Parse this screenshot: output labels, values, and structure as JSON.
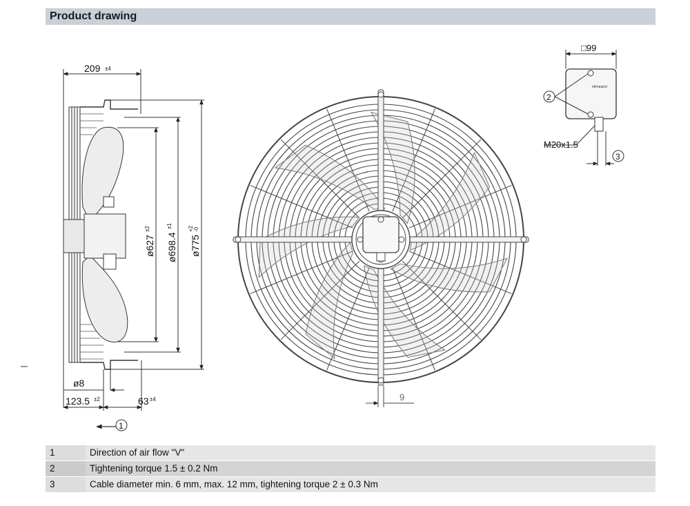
{
  "header": {
    "title": "Product drawing"
  },
  "side_view": {
    "width_label": "209",
    "width_tol": "±4",
    "dia_627": "ø627",
    "dia_627_tol": "±2",
    "dia_698": "ø698.4",
    "dia_698_tol": "±1",
    "dia_775": "ø775",
    "dia_775_tol_upper": "+2",
    "dia_775_tol_lower": "-0",
    "hole": "ø8",
    "depth_123": "123.5",
    "depth_123_tol": "±2",
    "depth_63": "63",
    "depth_63_tol": "±4",
    "callout_1": "1"
  },
  "front_view": {
    "slot_dim": "9"
  },
  "terminal_box": {
    "size": "□99",
    "callout_2": "2",
    "gland": "M20x1.5",
    "callout_3": "3",
    "logo": "ebmpapst"
  },
  "legend": [
    {
      "num": "1",
      "text": "Direction of air flow \"V\""
    },
    {
      "num": "2",
      "text": "Tightening torque 1.5 ± 0.2 Nm"
    },
    {
      "num": "3",
      "text": "Cable diameter min. 6 mm, max. 12 mm, tightening torque 2 ± 0.3 Nm"
    }
  ],
  "colors": {
    "header_bg": "#c9d0da",
    "row_light": "#e6e6e6",
    "row_dark": "#d4d4d4",
    "line": "#333333"
  }
}
